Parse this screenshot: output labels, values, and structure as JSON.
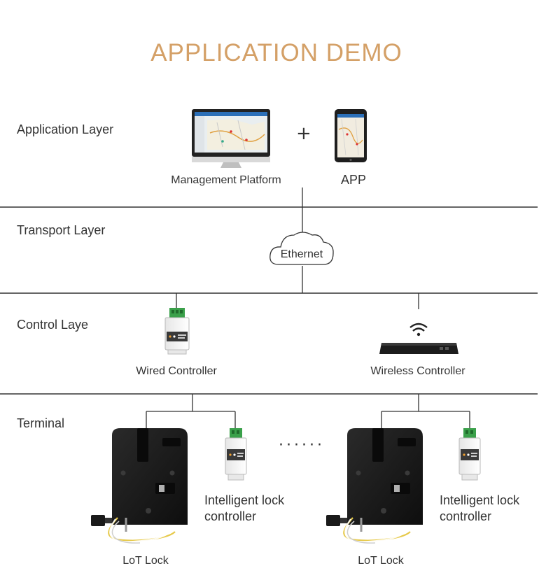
{
  "title": "APPLICATION  DEMO",
  "layers": {
    "application": "Application Layer",
    "transport": "Transport Layer",
    "control": "Control Laye",
    "terminal": "Terminal"
  },
  "application": {
    "platform_label": "Management Platform",
    "plus": "+",
    "app_label": "APP"
  },
  "transport": {
    "cloud_label": "Ethernet"
  },
  "control": {
    "wired_label": "Wired Controller",
    "wireless_label": "Wireless Controller"
  },
  "terminal": {
    "groups": [
      {
        "lock_label": "LoT Lock",
        "controller_label_line1": "Intelligent lock",
        "controller_label_line2": "controller"
      },
      {
        "lock_label": "LoT Lock",
        "controller_label_line1": "Intelligent lock",
        "controller_label_line2": "controller"
      }
    ],
    "ellipsis": "······"
  },
  "colors": {
    "title": "#d4a067",
    "lines": "#333333",
    "device_dark": "#1c1c1c",
    "terminal_green": "#3aa04a"
  }
}
